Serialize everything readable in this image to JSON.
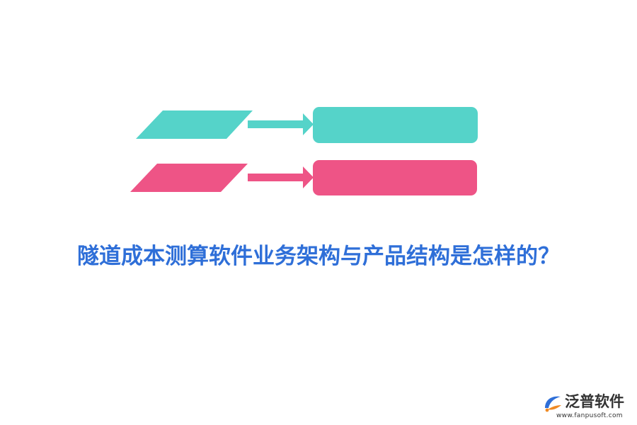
{
  "title": "隧道成本测算软件业务架构与产品结构是怎样的？",
  "colors": {
    "teal": "#55d3c9",
    "pink": "#ee5486",
    "title": "#2f6fd8",
    "logo_blue": "#2f6fd8",
    "logo_orange": "#f08a24",
    "logo_text": "#333333"
  },
  "diagram": {
    "rows": [
      {
        "color_key": "teal",
        "shapes": [
          "parallelogram",
          "right-arrow",
          "rounded-rectangle"
        ]
      },
      {
        "color_key": "pink",
        "shapes": [
          "parallelogram",
          "right-arrow",
          "rounded-rectangle"
        ]
      }
    ]
  },
  "logo": {
    "name": "泛普软件",
    "url": "www.fanpusoft.com",
    "icon": "fanpu-logo-icon"
  }
}
